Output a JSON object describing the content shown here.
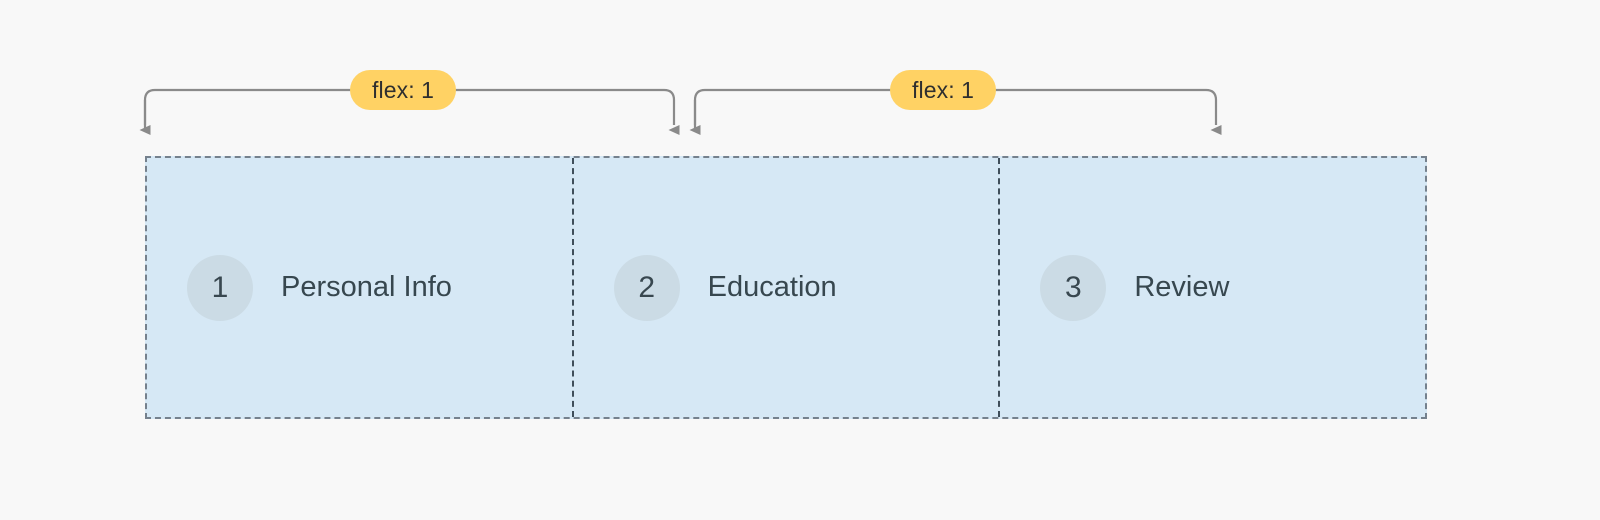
{
  "diagram": {
    "background_color": "#f8f8f8",
    "container": {
      "name": "flex-container",
      "fill_color": "#d6e8f5",
      "border_color": "#75818d",
      "border_style": "dashed",
      "divider_color": "#3f4e5a"
    },
    "measures": [
      {
        "label": "flex: 1",
        "badge_color": "#ffd264",
        "text_color": "#2f2f2f",
        "arrow_color": "#8a8a8a"
      },
      {
        "label": "flex: 1",
        "badge_color": "#ffd264",
        "text_color": "#2f2f2f",
        "arrow_color": "#8a8a8a"
      }
    ],
    "items": [
      {
        "number": "1",
        "label": "Personal Info",
        "circle_color": "#cbdbe5",
        "text_color": "#37474f"
      },
      {
        "number": "2",
        "label": "Education",
        "circle_color": "#cbdbe5",
        "text_color": "#37474f"
      },
      {
        "number": "3",
        "label": "Review",
        "circle_color": "#cbdbe5",
        "text_color": "#37474f"
      }
    ]
  }
}
